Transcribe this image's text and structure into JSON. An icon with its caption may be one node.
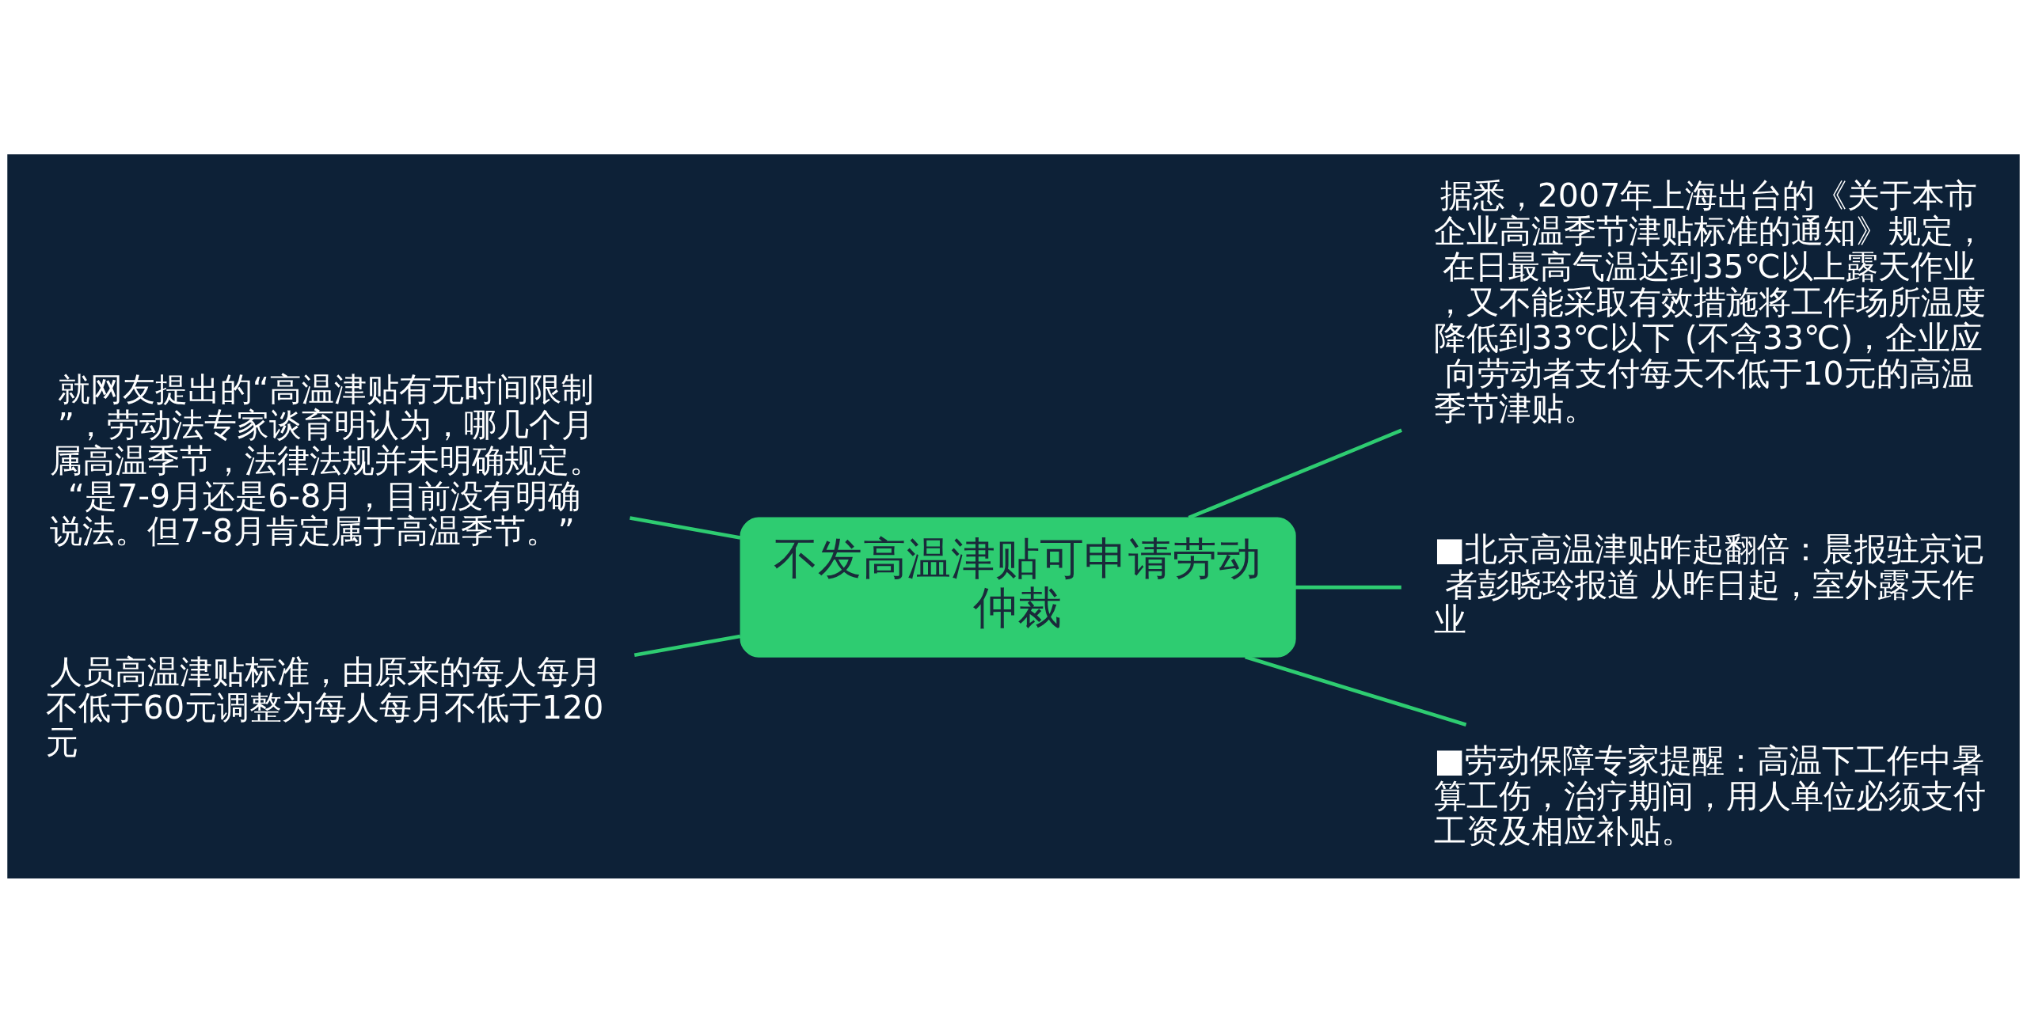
{
  "diagram": {
    "nodes": [
      {
        "text": [
          "不发高温津贴可申请劳动仲裁"
        ]
      },
      {
        "text": [
          "就网友提出的“高温津贴有无时间限制”，劳动法专家谈育明认为，哪几个月属高温季节，法律法规并未明确规定。“是7-9月还是6-8月，目前没有明确说法。但7-8月肯定属于高温季节。”"
        ]
      },
      {
        "text": [
          "人员高温津贴标准，由原来的每人每月不低于60元调整为每人每月不低于120元"
        ]
      },
      {
        "text": [
          "据悉，2007年上海出台的《关于本市企业高温季节津贴标准的通知》规定，在日最高气温达到35℃以上露天作业，又不能采取有效措施将工作场所温度降低到33℃以下 (不含33℃)，企业应向劳动者支付每天不低于10元的高温季节津贴。"
        ]
      },
      {
        "text": [
          "■北京高温津贴昨起翻倍：晨报驻京记者彭晓玲报道 从昨日起，室外露天作业"
        ]
      },
      {
        "text": [
          "■劳动保障专家提醒：高温下工作中暑算工伤，治疗期间，用人单位必须支付工资及相应补贴。"
        ]
      }
    ],
    "edges": [
      {
        "from": 0,
        "to": 1,
        "arrow": "none"
      },
      {
        "from": 0,
        "to": 2,
        "arrow": "none"
      },
      {
        "from": 0,
        "to": 3,
        "arrow": "none"
      },
      {
        "from": 0,
        "to": 4,
        "arrow": "none"
      },
      {
        "from": 0,
        "to": 5,
        "arrow": "none"
      }
    ]
  }
}
